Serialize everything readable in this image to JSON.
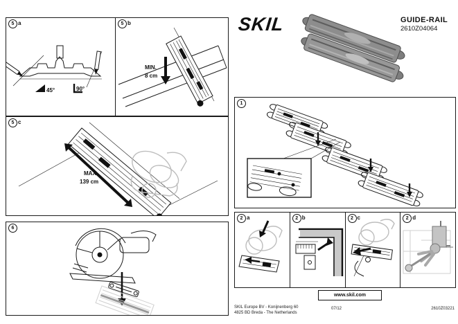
{
  "header": {
    "brand": "SKIL",
    "title": "GUIDE-RAIL",
    "model": "2610Z04064"
  },
  "panels": {
    "p5a": {
      "number": "5",
      "letter": "a",
      "angle_left": "45°",
      "angle_right": "90°"
    },
    "p5b": {
      "number": "5",
      "letter": "b",
      "min_label": "MIN.",
      "min_value": "8 cm"
    },
    "p5c": {
      "number": "5",
      "letter": "c",
      "max_label": "MAX.",
      "max_value": "139 cm"
    },
    "p6": {
      "number": "6"
    },
    "p1": {
      "number": "1"
    },
    "p2a": {
      "number": "2",
      "letter": "a"
    },
    "p2b": {
      "number": "2",
      "letter": "b"
    },
    "p2c": {
      "number": "2",
      "letter": "c"
    },
    "p2d": {
      "number": "2",
      "letter": "d"
    }
  },
  "footer": {
    "website": "www.skil.com",
    "address_line1": "SKIL Europe BV - Konijnenberg 60",
    "address_line2": "4825 BD Breda - The Netherlands",
    "date_code": "07/12",
    "doc_number": "2610Z03221"
  },
  "colors": {
    "line": "#1a1a1a",
    "ghost": "#bdbdbd",
    "photo_gray": "#8d8d8d",
    "background": "#ffffff"
  }
}
